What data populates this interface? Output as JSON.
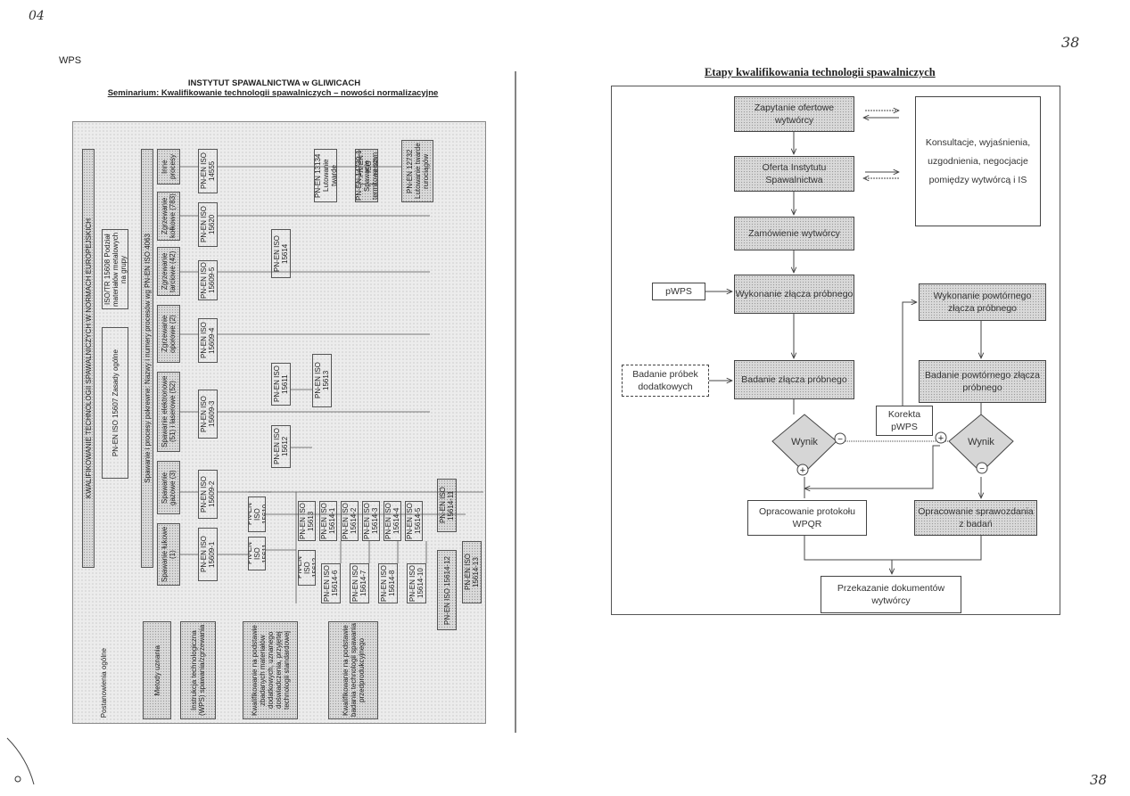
{
  "corner_marks": {
    "top_left": "04",
    "top_right": "38",
    "bottom_right": "38"
  },
  "left_page": {
    "label": "WPS",
    "institute": "INSTYTUT SPAWALNICTWA w GLIWICACH",
    "seminar": "Seminarium: Kwalifikowanie technologii spawalniczych – nowości normalizacyjne",
    "diagram": {
      "row_labels": [
        "Postanowienia ogólne",
        "Metody uznania",
        "Instrukcja technologiczna (WPS) spawania/zgrzewania",
        "Kwalifikowanie na podstawie zbadanych materiałów dodatkowych, uznanego doświadczenia, przyjętej technologii standardowej",
        "Kwalifikowanie na podstawie badania technologii spawania przedprodukcyjnego"
      ],
      "banner": "KWALIFIKOWANIE TECHNOLOGII SPAWALNICZYCH W NORMACH EUROPEJSKICH",
      "general": [
        "PN-EN ISO 15607 Zasady ogólne",
        "ISO/TR 15608 Podział materiałów metalowych na grupy"
      ],
      "process_header": "Spawanie i procesy pokrewne: Nazwy i numery procesów wg PN-EN ISO 4063",
      "processes": [
        "Spawanie łukowe (1)",
        "Spawanie gazowe (3)",
        "Spawanie elektronowe (51) i laserowe (52)",
        "Zgrzewanie oporowe (2)",
        "Zgrzewanie tarciowe (42)",
        "Zgrzewanie kołkowe (783)",
        "Inne procesy"
      ],
      "wps_norms": [
        "PN-EN ISO 15609-1",
        "PN-EN ISO 15609-2",
        "PN-EN ISO 15609-3",
        "PN-EN ISO 15609-4",
        "PN-EN ISO 15609-5",
        "PN-EN ISO 15620",
        "PN-EN ISO 14555",
        "PN-EN 13134 Lutowanie twarde",
        "PN-EN 14730-1 Spawanie termitowe szyn",
        "PN-EN 12732 Lutowanie twarde rurociągów"
      ],
      "mid_norms": [
        "PN-EN ISO 15612",
        "PN-EN ISO 15611",
        "PN-EN ISO 15613",
        "PN-EN ISO 15614"
      ],
      "test_norms": [
        "PN-EN ISO 15610",
        "PN-EN ISO 15611",
        "PN-EN ISO 15612",
        "PN-EN ISO 15613",
        "PN-EN ISO 15614-1",
        "PN-EN ISO 15614-2",
        "PN-EN ISO 15614-3",
        "PN-EN ISO 15614-4",
        "PN-EN ISO 15614-5",
        "PN-EN ISO 15614-6",
        "PN-EN ISO 15614-7",
        "PN-EN ISO 15614-8",
        "PN-EN ISO 15614-10",
        "PN-EN ISO 15614-11",
        "PN-EN ISO 15614-12",
        "PN-EN ISO 15614-13",
        "PN-EN ISO 14555"
      ]
    }
  },
  "right_page": {
    "title": "Etapy kwalifikowania technologii spawalniczych",
    "boxes": {
      "zapytanie": "Zapytanie ofertowe wytwórcy",
      "oferta": "Oferta Instytutu Spawalnictwa",
      "zamowienie": "Zamówienie wytwórcy",
      "wykonanie": "Wykonanie złącza próbnego",
      "badanie": "Badanie złącza próbnego",
      "pwps": "pWPS",
      "badanie_probek": "Badanie próbek dodatkowych",
      "konsultacje": "Konsultacje, wyjaśnienia, uzgodnienia, negocjacje pomiędzy wytwórcą i IS",
      "wykonanie_pow": "Wykonanie powtórnego złącza próbnego",
      "badanie_pow": "Badanie powtórnego złącza próbnego",
      "korekta": "Korekta pWPS",
      "wynik1": "Wynik",
      "wynik2": "Wynik",
      "opr_wpqr": "Opracowanie protokołu WPQR",
      "opr_spr": "Opracowanie sprawozdania z badań",
      "przekazanie": "Przekazanie dokumentów wytwórcy"
    },
    "signs": {
      "plus": "+",
      "minus": "−"
    }
  }
}
